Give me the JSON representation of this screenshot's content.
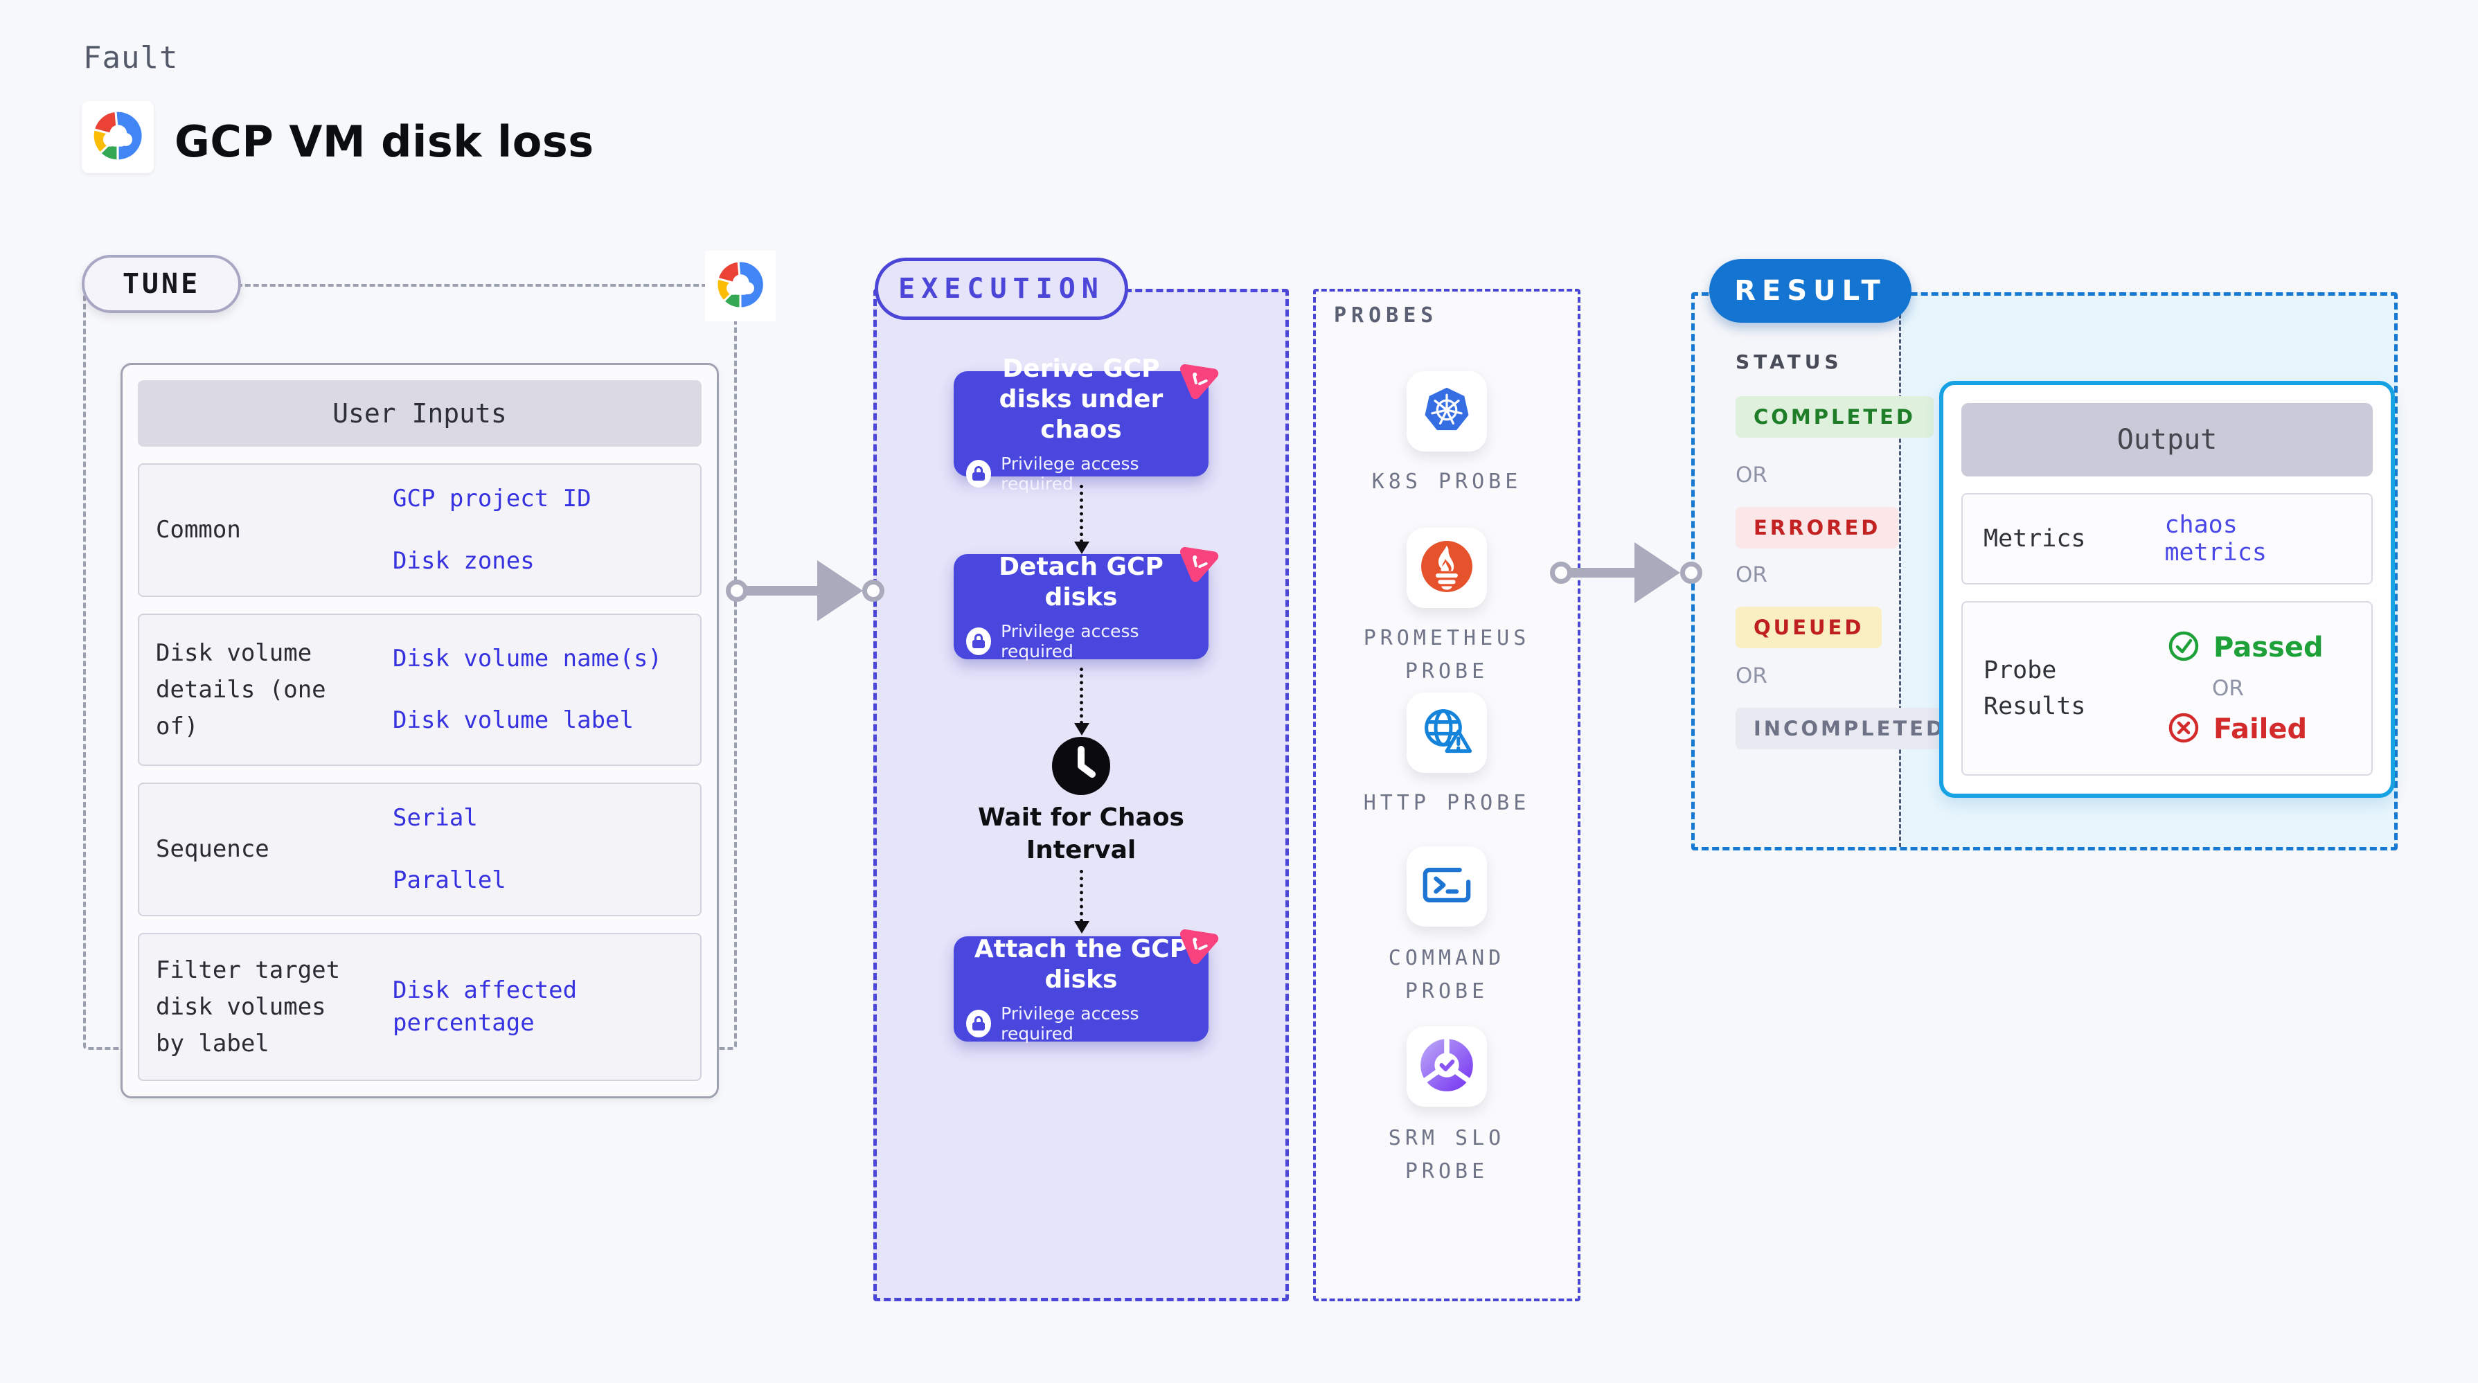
{
  "page": {
    "kicker": "Fault",
    "title": "GCP VM disk loss"
  },
  "colors": {
    "canvas_bg": "#F7F8FB",
    "execution_fill": "#E6E4F9",
    "execution_border": "#4B46D8",
    "node_fill": "#4A47DE",
    "tune_border": "#9BA0AE",
    "result_border": "#1879D2",
    "result_fill": "#E8F5FC",
    "result_badge_fill": "#1474D1",
    "link_blue": "#3732E0",
    "passed_green": "#1FA13A",
    "failed_red": "#D32B2B",
    "completed_green": "#1E7E27",
    "errored_red": "#C32222",
    "queued_yellow_bg": "#FAEFC3",
    "litmus_pink": "#F8437F",
    "kubernetes_blue": "#356DE3",
    "prometheus_orange": "#E6522C",
    "output_border_cyan": "#17A3E3"
  },
  "tune": {
    "badge": "TUNE",
    "table_title": "User Inputs",
    "rows": [
      {
        "label": "Common",
        "values": [
          "GCP project ID",
          "Disk zones"
        ]
      },
      {
        "label": "Disk volume details (one of)",
        "values": [
          "Disk volume name(s)",
          "Disk volume label"
        ]
      },
      {
        "label": "Sequence",
        "values": [
          "Serial",
          "Parallel"
        ]
      },
      {
        "label": "Filter target disk volumes by label",
        "values": [
          "Disk affected percentage"
        ]
      }
    ]
  },
  "execution": {
    "badge": "EXECUTION",
    "privilege_note": "Privilege access required",
    "steps": [
      {
        "title": "Derive GCP disks under chaos"
      },
      {
        "title": "Detach GCP disks"
      },
      {
        "title": "Attach the GCP disks"
      }
    ],
    "wait_label": "Wait for Chaos Interval"
  },
  "probes": {
    "title": "PROBES",
    "items": [
      {
        "icon": "kubernetes-icon",
        "label": "K8S PROBE"
      },
      {
        "icon": "prometheus-icon",
        "label": "PROMETHEUS\nPROBE"
      },
      {
        "icon": "http-globe-icon",
        "label": "HTTP PROBE"
      },
      {
        "icon": "command-terminal-icon",
        "label": "COMMAND\nPROBE"
      },
      {
        "icon": "srm-slo-icon",
        "label": "SRM SLO\nPROBE"
      }
    ]
  },
  "result": {
    "badge": "RESULT",
    "status_title": "STATUS",
    "or_label": "OR",
    "statuses": [
      {
        "label": "COMPLETED"
      },
      {
        "label": "ERRORED"
      },
      {
        "label": "QUEUED"
      },
      {
        "label": "INCOMPLETED"
      }
    ],
    "output": {
      "title": "Output",
      "metrics_label": "Metrics",
      "metrics_value": "chaos metrics",
      "probe_results_label": "Probe Results",
      "passed": "Passed",
      "failed": "Failed"
    }
  }
}
